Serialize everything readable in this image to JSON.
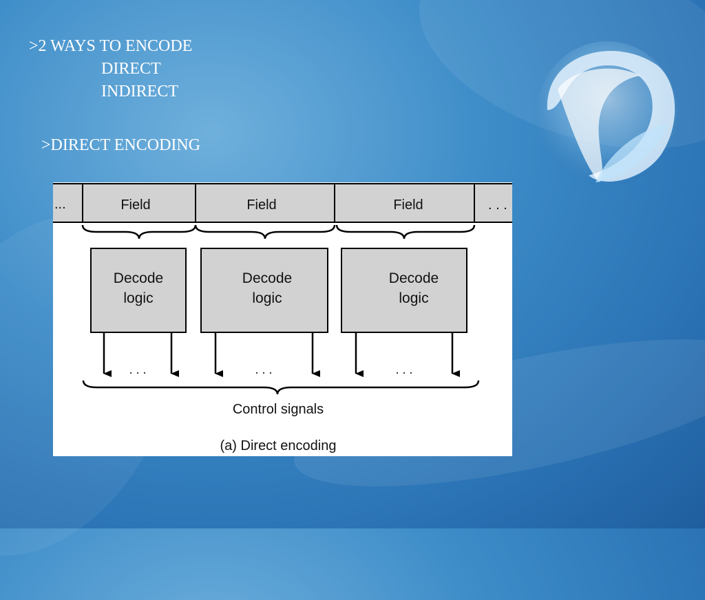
{
  "slide": {
    "heading": ">2 WAYS TO ENCODE",
    "items": [
      "DIRECT",
      "INDIRECT"
    ],
    "subheading": ">DIRECT ENCODING"
  },
  "diagram": {
    "left_ellipsis": "...",
    "right_ellipsis": ". . .",
    "fields": [
      "Field",
      "Field",
      "Field"
    ],
    "decoders": [
      {
        "line1": "Decode",
        "line2": "logic"
      },
      {
        "line1": "Decode",
        "line2": "logic"
      },
      {
        "line1": "Decode",
        "line2": "logic"
      }
    ],
    "signal_ellipsis": ". . .",
    "output_label": "Control signals",
    "caption": "(a) Direct encoding"
  },
  "colors": {
    "field_fill": "#d2d2d2",
    "box_stroke": "#000000",
    "text_color": "#ffffff"
  }
}
